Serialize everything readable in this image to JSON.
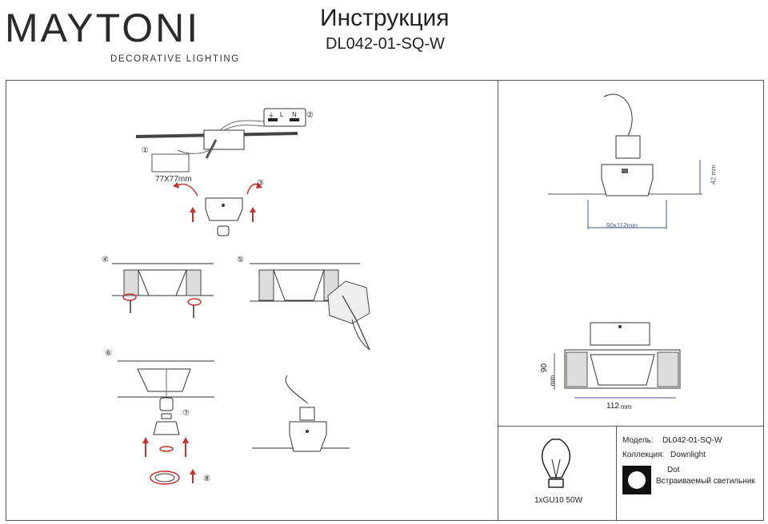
{
  "header": {
    "brand": "MAYTONI",
    "tagline": "DECORATIVE LIGHTING",
    "title": "Инструкция",
    "model": "DL042-01-SQ-W"
  },
  "steps": {
    "s1": "①",
    "s2": "②",
    "s3": "③",
    "s4": "④",
    "s5": "⑤",
    "s6": "⑥",
    "s7": "⑦",
    "s8": "⑧"
  },
  "dimensions": {
    "cutout": "77X77mm",
    "height": "42 mm",
    "overall_top": "90x112mm",
    "width": "112",
    "width_unit": "mm",
    "depth": "90",
    "depth_unit": "mm"
  },
  "wiring": {
    "earth": "⏚",
    "l": "L",
    "n": "N"
  },
  "lamp": {
    "spec": "1xGU10 50W"
  },
  "info": {
    "model_label": "Модель:",
    "model_value": "DL042-01-SQ-W",
    "collection_label": "Коллекция:",
    "collection_value": "Downlight",
    "series": "Dot",
    "type": "Встраиваемый светильник"
  },
  "colors": {
    "arrow": "#c8312b",
    "line": "#333333",
    "dim": "#4a5a8a"
  }
}
